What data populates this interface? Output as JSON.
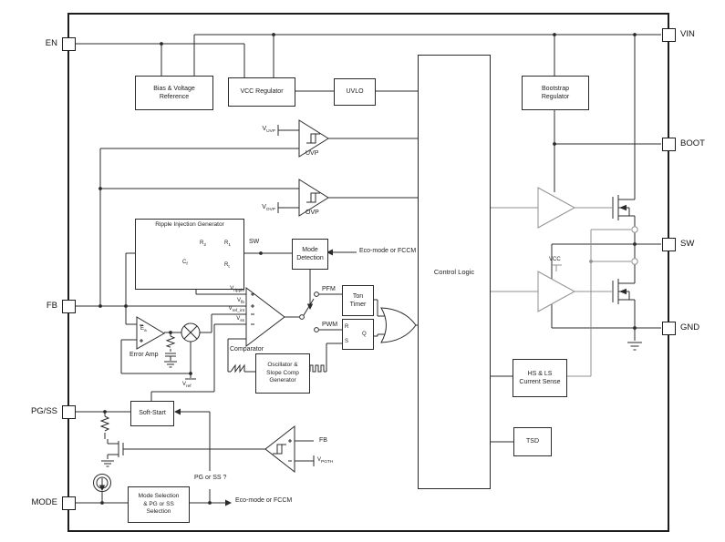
{
  "colors": {
    "line": "#2b2b2b",
    "gray": "#919191",
    "background": "#ffffff"
  },
  "pins": {
    "left": [
      "EN",
      "FB",
      "PG/SS",
      "MODE"
    ],
    "right": [
      "VIN",
      "BOOT",
      "SW",
      "GND"
    ]
  },
  "blocks": {
    "bias": {
      "l1": "Bias & Voltage",
      "l2": "Reference"
    },
    "vcc_regulator": "VCC Regulator",
    "uvlo": "UVLO",
    "bootstrap": {
      "l1": "Bootstrap",
      "l2": "Regulator"
    },
    "control_logic": "Control Logic",
    "ripple_generator": "Ripple Injection Generator",
    "mode_detection": {
      "l1": "Mode",
      "l2": "Detection"
    },
    "ton_timer": {
      "l1": "Ton",
      "l2": "Timer"
    },
    "rs_latch": {
      "r": "R",
      "s": "S",
      "q": "Q"
    },
    "comparator": "Comparator",
    "error_amp": {
      "label": "Error Amp",
      "gain": {
        "base": "E",
        "sub": "a"
      }
    },
    "oscillator": {
      "l1": "Oscillator &",
      "l2": "Slope Comp",
      "l3": "Generator"
    },
    "soft_start": "Soft-Start",
    "mode_selection": {
      "l1": "Mode Selection",
      "l2": "& PG or SS",
      "l3": "Selection"
    },
    "current_sense": {
      "l1": "HS & LS",
      "l2": "Current Sense"
    },
    "tsd": "TSD",
    "uvp": "UVP",
    "ovp": "OVP"
  },
  "signals": {
    "v_uvp": {
      "base": "V",
      "sub": "UVP"
    },
    "v_ovp": {
      "base": "V",
      "sub": "OVP"
    },
    "sw": "SW",
    "eco_top": "Eco-mode or FCCM",
    "v_ripple": {
      "base": "V",
      "sub": "ripple"
    },
    "v_fb": {
      "base": "V",
      "sub": "fb"
    },
    "v_ref_int": {
      "base": "V",
      "sub": "ref_int"
    },
    "v_ss": {
      "base": "V",
      "sub": "ss"
    },
    "v_ref": {
      "base": "V",
      "sub": "ref"
    },
    "pfm": "PFM",
    "pwm": "PWM",
    "fb": "FB",
    "v_pgth": {
      "base": "V",
      "sub": "PGTH"
    },
    "pg_or_ss": "PG or SS ?",
    "eco_bottom": "Eco-mode or FCCM",
    "vcc": "VCC",
    "r2": {
      "base": "R",
      "sub": "2"
    },
    "r1": {
      "base": "R",
      "sub": "1"
    },
    "cf": {
      "base": "C",
      "sub": "f"
    },
    "rt": {
      "base": "R",
      "sub": "t"
    }
  }
}
